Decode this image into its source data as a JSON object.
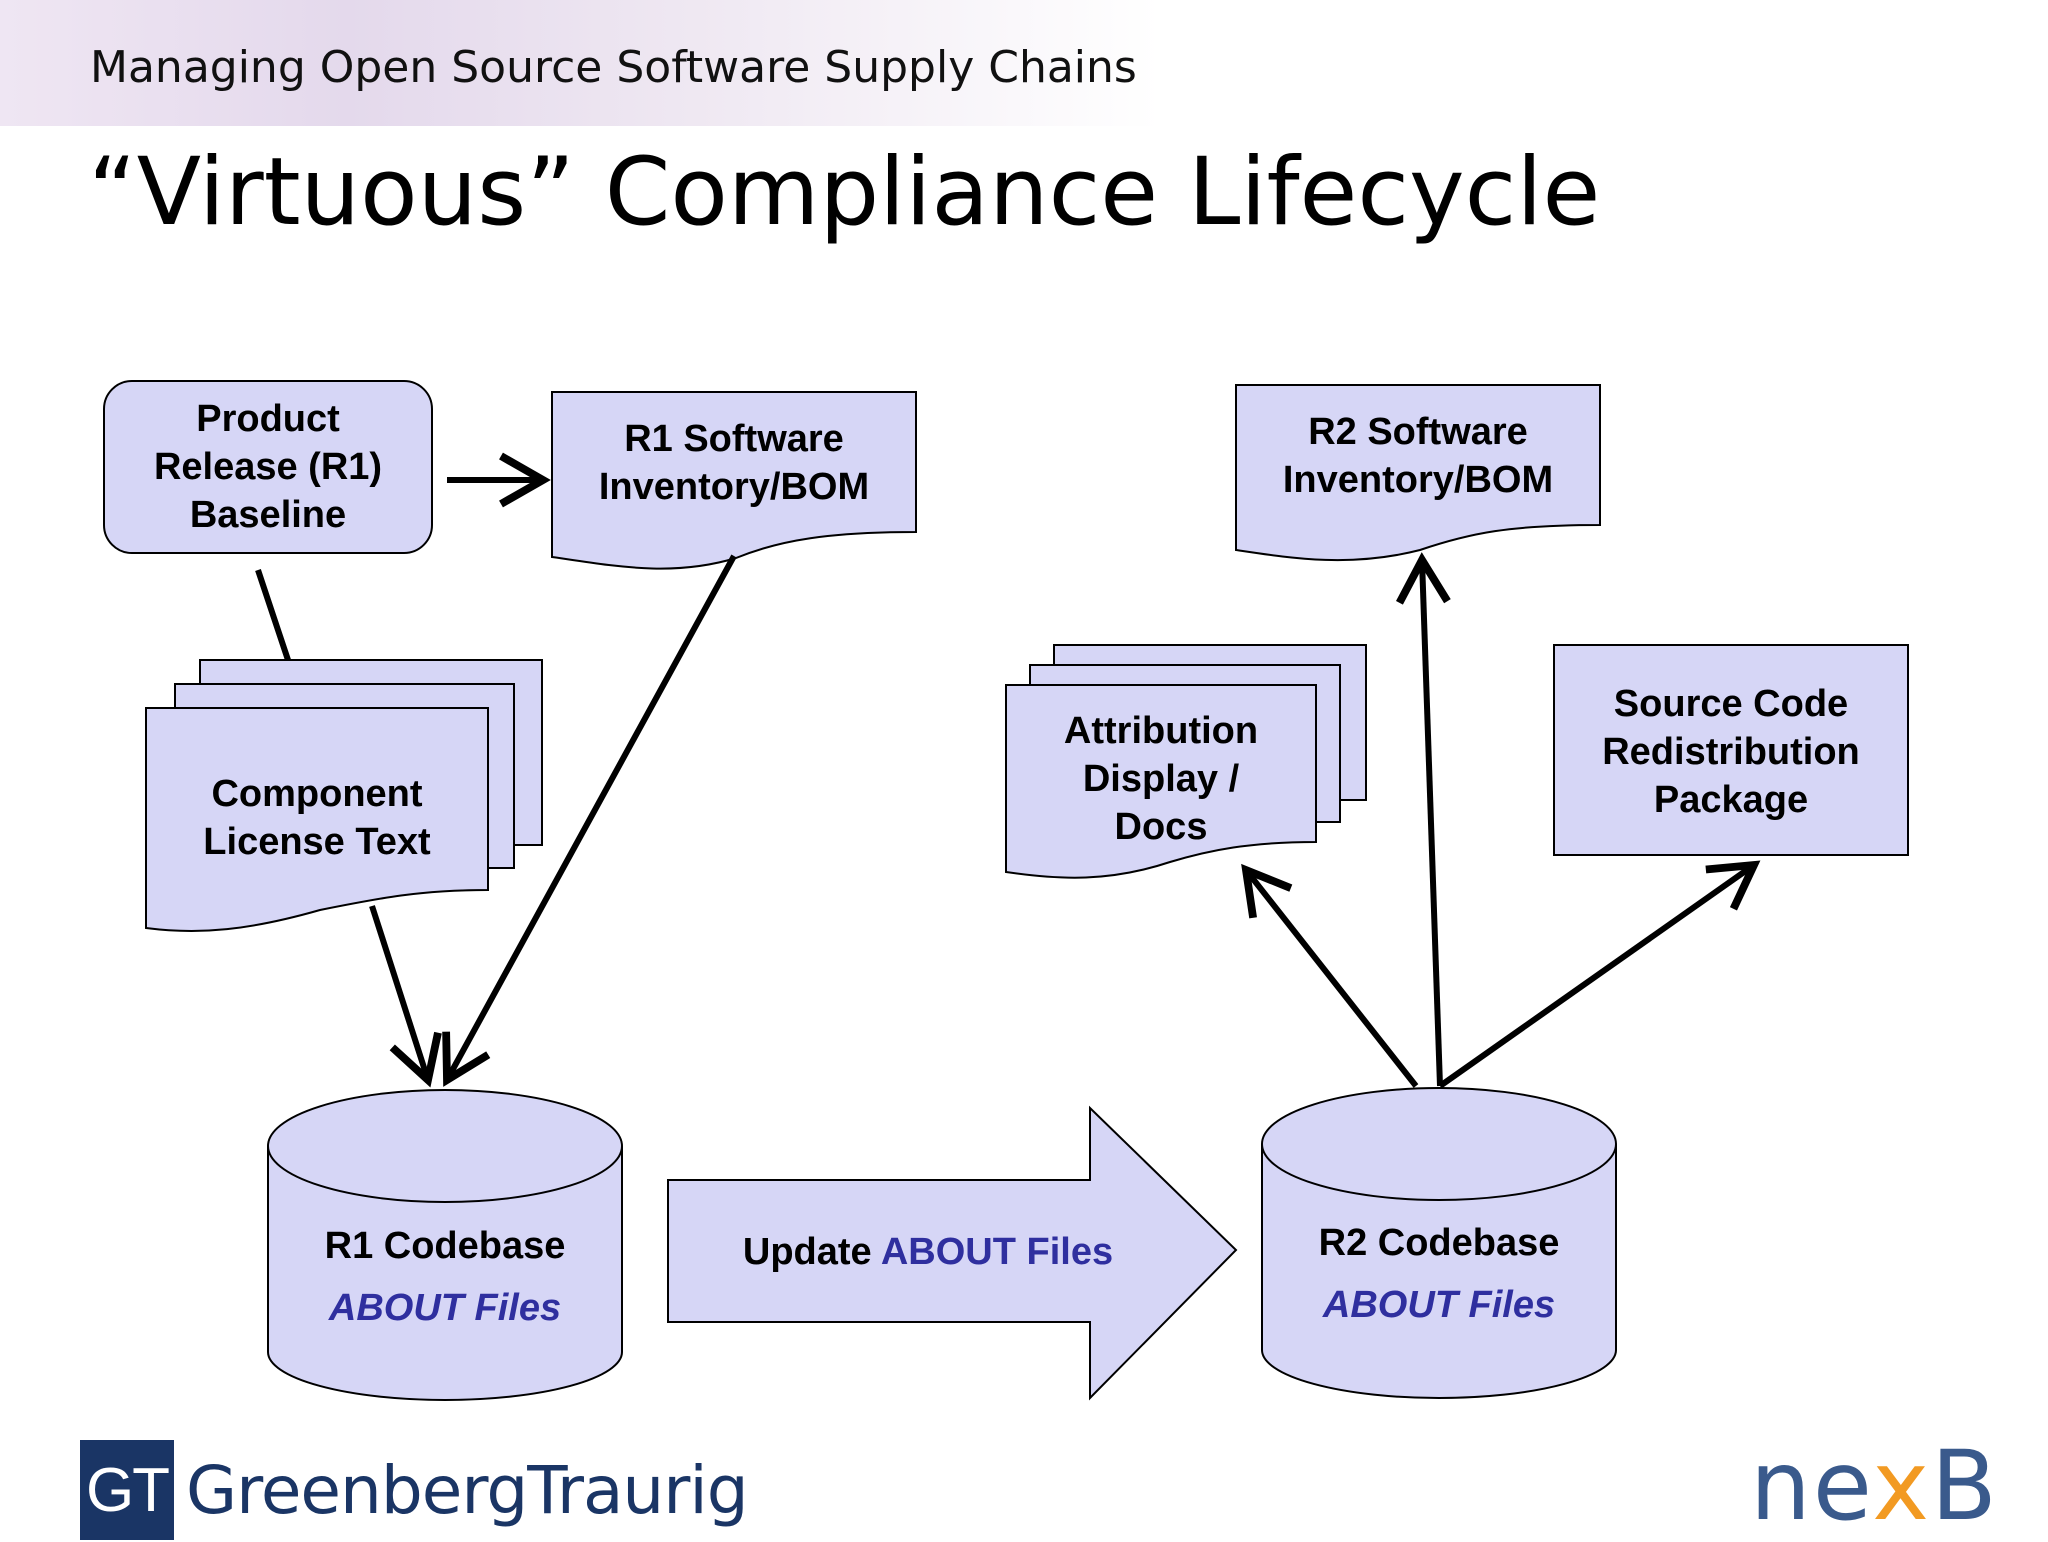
{
  "header": {
    "supertitle": "Managing Open Source Software Supply Chains",
    "title": "“Virtuous” Compliance Lifecycle"
  },
  "nodes": {
    "baseline": [
      "Product",
      "Release (R1)",
      "Baseline"
    ],
    "r1_inventory": [
      "R1 Software",
      "Inventory/BOM"
    ],
    "license_text": [
      "Component",
      "License Text"
    ],
    "r1_codebase": {
      "name": "R1 Codebase",
      "files": "ABOUT Files"
    },
    "update_arrow": {
      "prefix": "Update ",
      "highlight": "ABOUT Files"
    },
    "r2_codebase": {
      "name": "R2 Codebase",
      "files": "ABOUT Files"
    },
    "r2_inventory": [
      "R2 Software",
      "Inventory/BOM"
    ],
    "attribution": [
      "Attribution",
      "Display /",
      "Docs"
    ],
    "source_package": [
      "Source Code",
      "Redistribution",
      "Package"
    ]
  },
  "logos": {
    "gt_mark": "GT",
    "gt_name": "GreenbergTraurig",
    "nexb_left": "ne",
    "nexb_dot": "x",
    "nexb_right": "B"
  },
  "colors": {
    "shape_fill": "#d6d6f6",
    "stroke": "#000000",
    "about_text": "#2f2f9f",
    "gt_brand": "#1a3565",
    "nexb_brand": "#3a5a8c",
    "nexb_accent": "#f29a22"
  }
}
